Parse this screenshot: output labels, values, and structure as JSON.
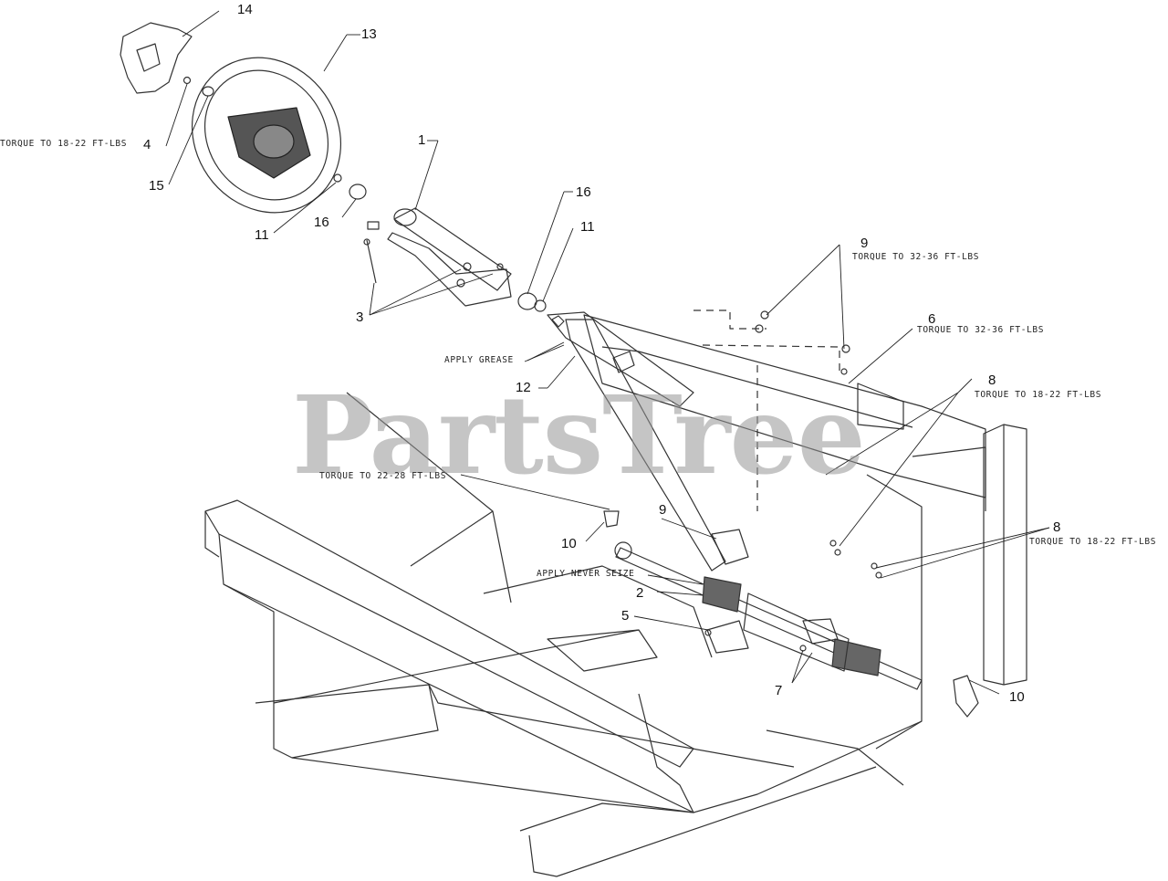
{
  "watermark": "PartsTree",
  "callouts": {
    "c1": "1",
    "c2": "2",
    "c3": "3",
    "c4": "4",
    "c5": "5",
    "c6": "6",
    "c7": "7",
    "c8a": "8",
    "c8b": "8",
    "c9a": "9",
    "c9b": "9",
    "c10a": "10",
    "c10b": "10",
    "c11a": "11",
    "c11b": "11",
    "c12": "12",
    "c13": "13",
    "c14": "14",
    "c15": "15",
    "c16a": "16",
    "c16b": "16"
  },
  "notes": {
    "torque_4": "TORQUE TO 18-22 FT-LBS",
    "torque_9": "TORQUE TO 32-36 FT-LBS",
    "torque_6": "TORQUE TO 32-36 FT-LBS",
    "torque_8a": "TORQUE TO 18-22 FT-LBS",
    "torque_8b": "TORQUE TO 18-22 FT-LBS",
    "torque_10": "TORQUE TO 22-28 FT-LBS",
    "apply_grease": "APPLY GREASE",
    "apply_never_seize": "APPLY NEVER SEIZE"
  }
}
